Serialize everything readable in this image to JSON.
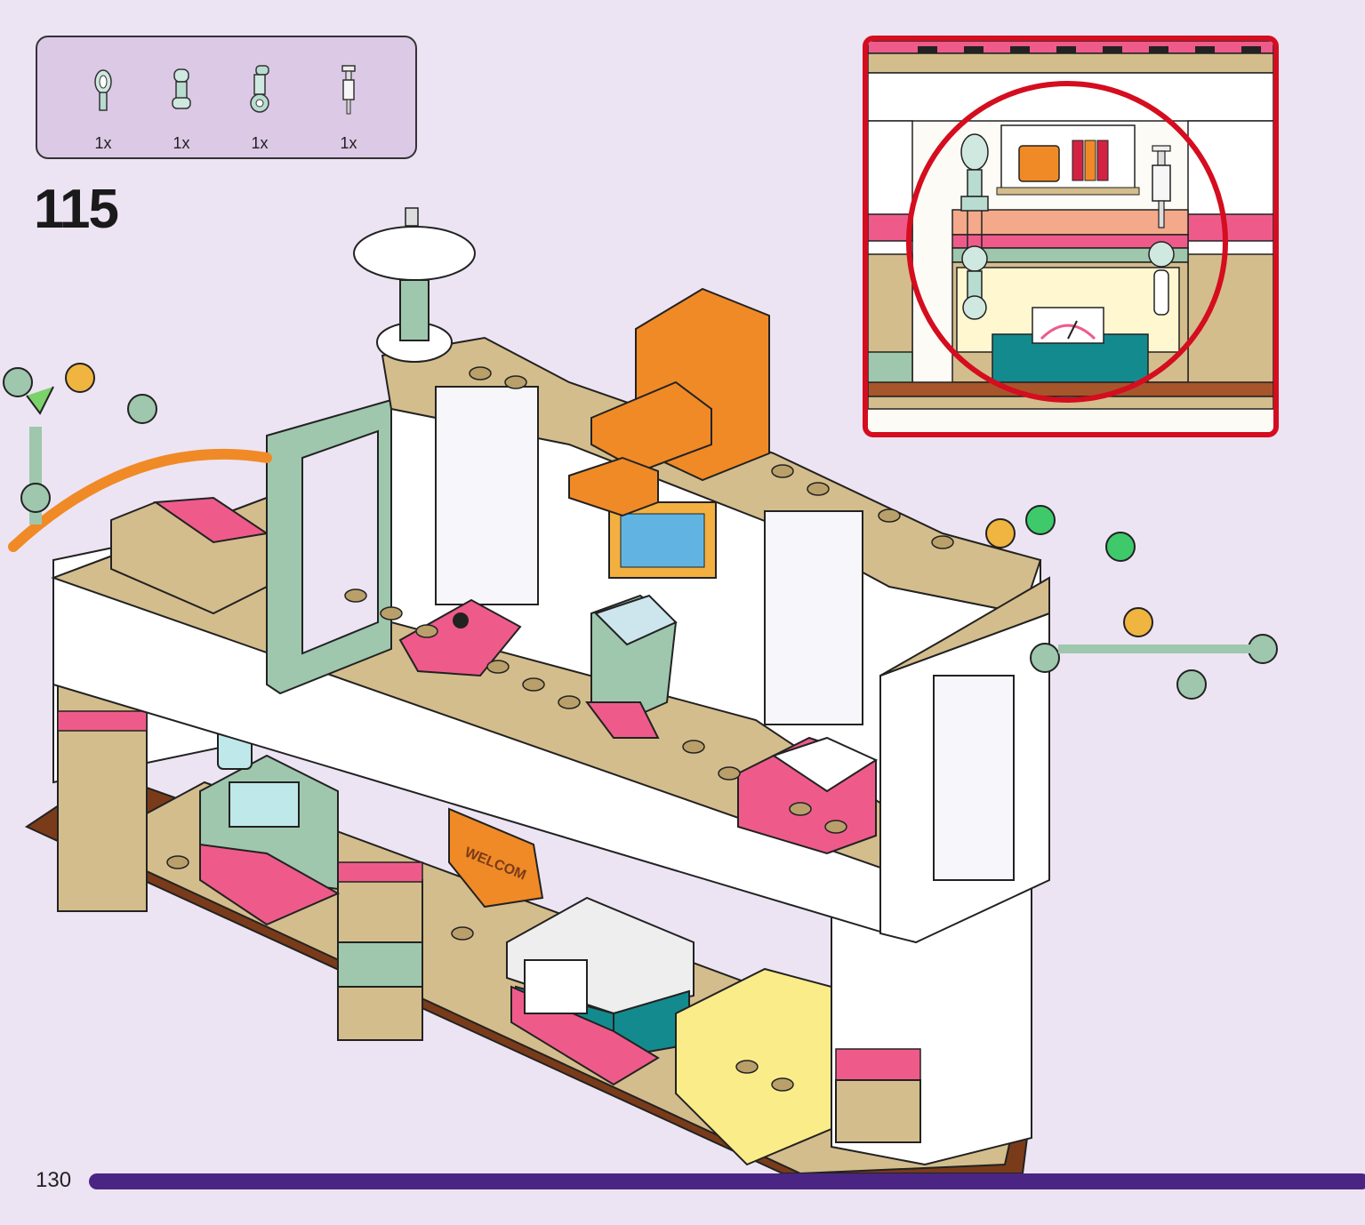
{
  "parts_list": {
    "items": [
      {
        "name": "lamp-holder-icon",
        "qty": "1x"
      },
      {
        "name": "connector-arm-icon",
        "qty": "1x"
      },
      {
        "name": "ratchet-arm-icon",
        "qty": "1x"
      },
      {
        "name": "syringe-icon",
        "qty": "1x"
      }
    ]
  },
  "step": {
    "number": "115"
  },
  "page": {
    "number": "130"
  },
  "model_scene": {
    "mat_label": "WELCOM"
  },
  "colors": {
    "background": "#ece4f3",
    "parts_panel": "#dcc9e6",
    "callout_border": "#d40d1f",
    "page_bar": "#4b2584",
    "tan": "#d4bd8c",
    "sand_green": "#9ec7ad",
    "pink": "#ee5b8a",
    "orange": "#f08a26",
    "teal": "#138b8e"
  }
}
